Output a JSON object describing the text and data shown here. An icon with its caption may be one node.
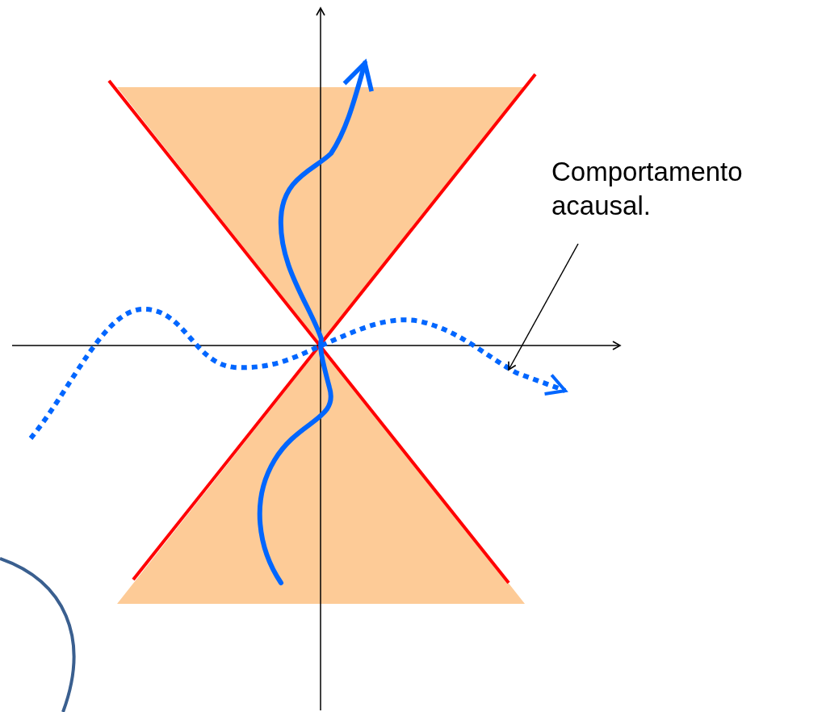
{
  "diagram": {
    "nodes": [
      {
        "text": [
          "Comportamento acausal."
        ]
      },
      {
        "text": [],
        "shape": "curve"
      }
    ],
    "edges": [
      {
        "from": 0,
        "to": 1,
        "arrow": "to"
      }
    ]
  }
}
